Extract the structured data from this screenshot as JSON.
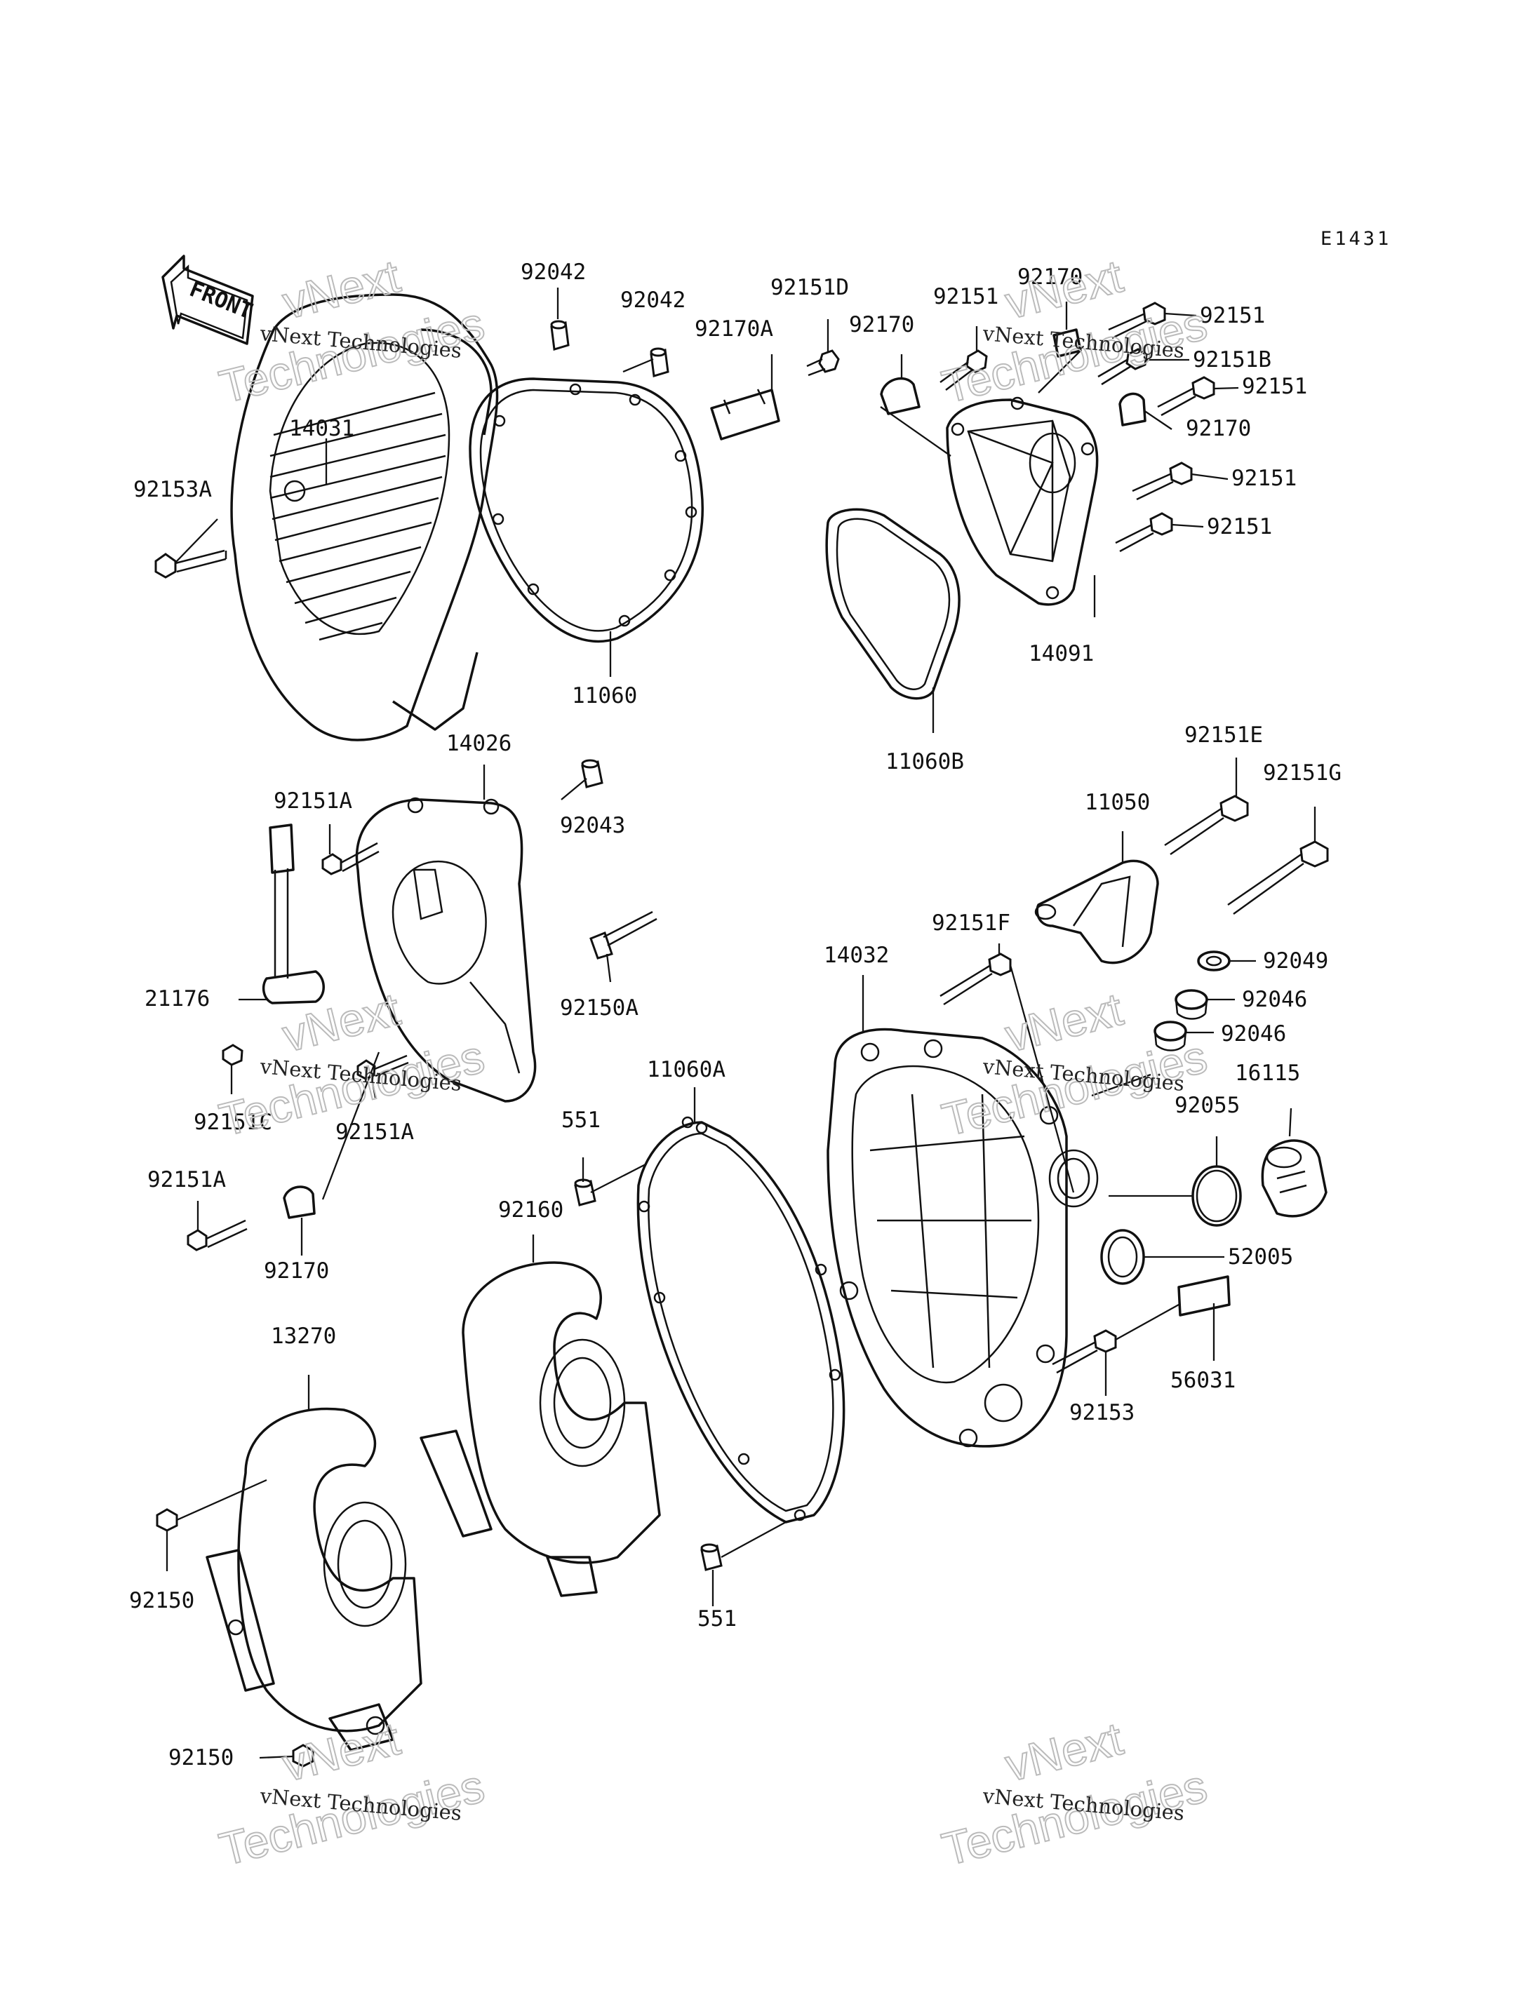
{
  "diagram_code": "E1431",
  "front_label": "FRONT",
  "watermark": {
    "small": "vNext Technologies",
    "big_1": "vNext",
    "big_2": "Technologies"
  },
  "labels": {
    "p92042_a": "92042",
    "p92042_b": "92042",
    "p92151D": "92151D",
    "p92170A": "92170A",
    "p92170_a": "92170",
    "p92151_a": "92151",
    "p92170_b": "92170",
    "p92151_b": "92151",
    "p92151B": "92151B",
    "p92151_c": "92151",
    "p92170_c": "92170",
    "p92151_d": "92151",
    "p92151_e": "92151",
    "p14031": "14031",
    "p92153A": "92153A",
    "p11060": "11060",
    "p14091": "14091",
    "p11060B": "11060B",
    "p14026": "14026",
    "p92151A_a": "92151A",
    "p92043": "92043",
    "p92151E": "92151E",
    "p92151G": "92151G",
    "p11050": "11050",
    "p92151F": "92151F",
    "p14032": "14032",
    "p92049": "92049",
    "p92046_a": "92046",
    "p92046_b": "92046",
    "p21176": "21176",
    "p92150A": "92150A",
    "p11060A": "11060A",
    "p16115": "16115",
    "p92055": "92055",
    "p92151C": "92151C",
    "p92151A_b": "92151A",
    "p551_a": "551",
    "p92151A_c": "92151A",
    "p92160": "92160",
    "p52005": "52005",
    "p92170_d": "92170",
    "p56031": "56031",
    "p13270": "13270",
    "p92153": "92153",
    "p92150_a": "92150",
    "p551_b": "551",
    "p92150_b": "92150"
  }
}
